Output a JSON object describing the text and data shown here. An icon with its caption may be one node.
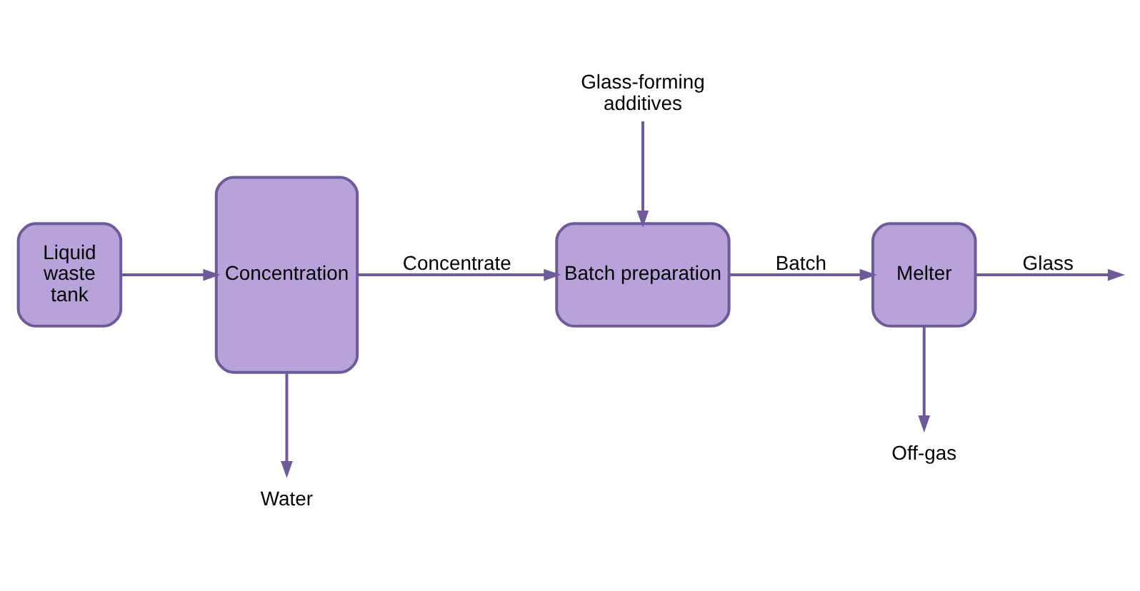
{
  "diagram": {
    "nodes": [
      {
        "text": [
          "Liquid waste tank"
        ]
      },
      {
        "text": [
          "Concentration"
        ]
      },
      {
        "text": [
          "Water"
        ]
      },
      {
        "text": [
          "Batch preparation"
        ]
      },
      {
        "text": [
          "Glass-forming additives"
        ]
      },
      {
        "text": [
          "Melter"
        ]
      },
      {
        "text": [
          "Off-gas"
        ]
      }
    ],
    "edges": [
      {
        "from": 0,
        "to": 1,
        "arrow": "to"
      },
      {
        "from": 1,
        "to": 2,
        "arrow": "to"
      },
      {
        "from": 1,
        "to": 3,
        "arrow": "to",
        "label": "Concentrate"
      },
      {
        "from": 4,
        "to": 3,
        "arrow": "to"
      },
      {
        "from": 3,
        "to": 5,
        "arrow": "to",
        "label": "Batch"
      },
      {
        "from": 5,
        "to": 6,
        "arrow": "to"
      },
      {
        "from": 5,
        "to": null,
        "arrow": "to",
        "label": "Glass"
      }
    ]
  }
}
